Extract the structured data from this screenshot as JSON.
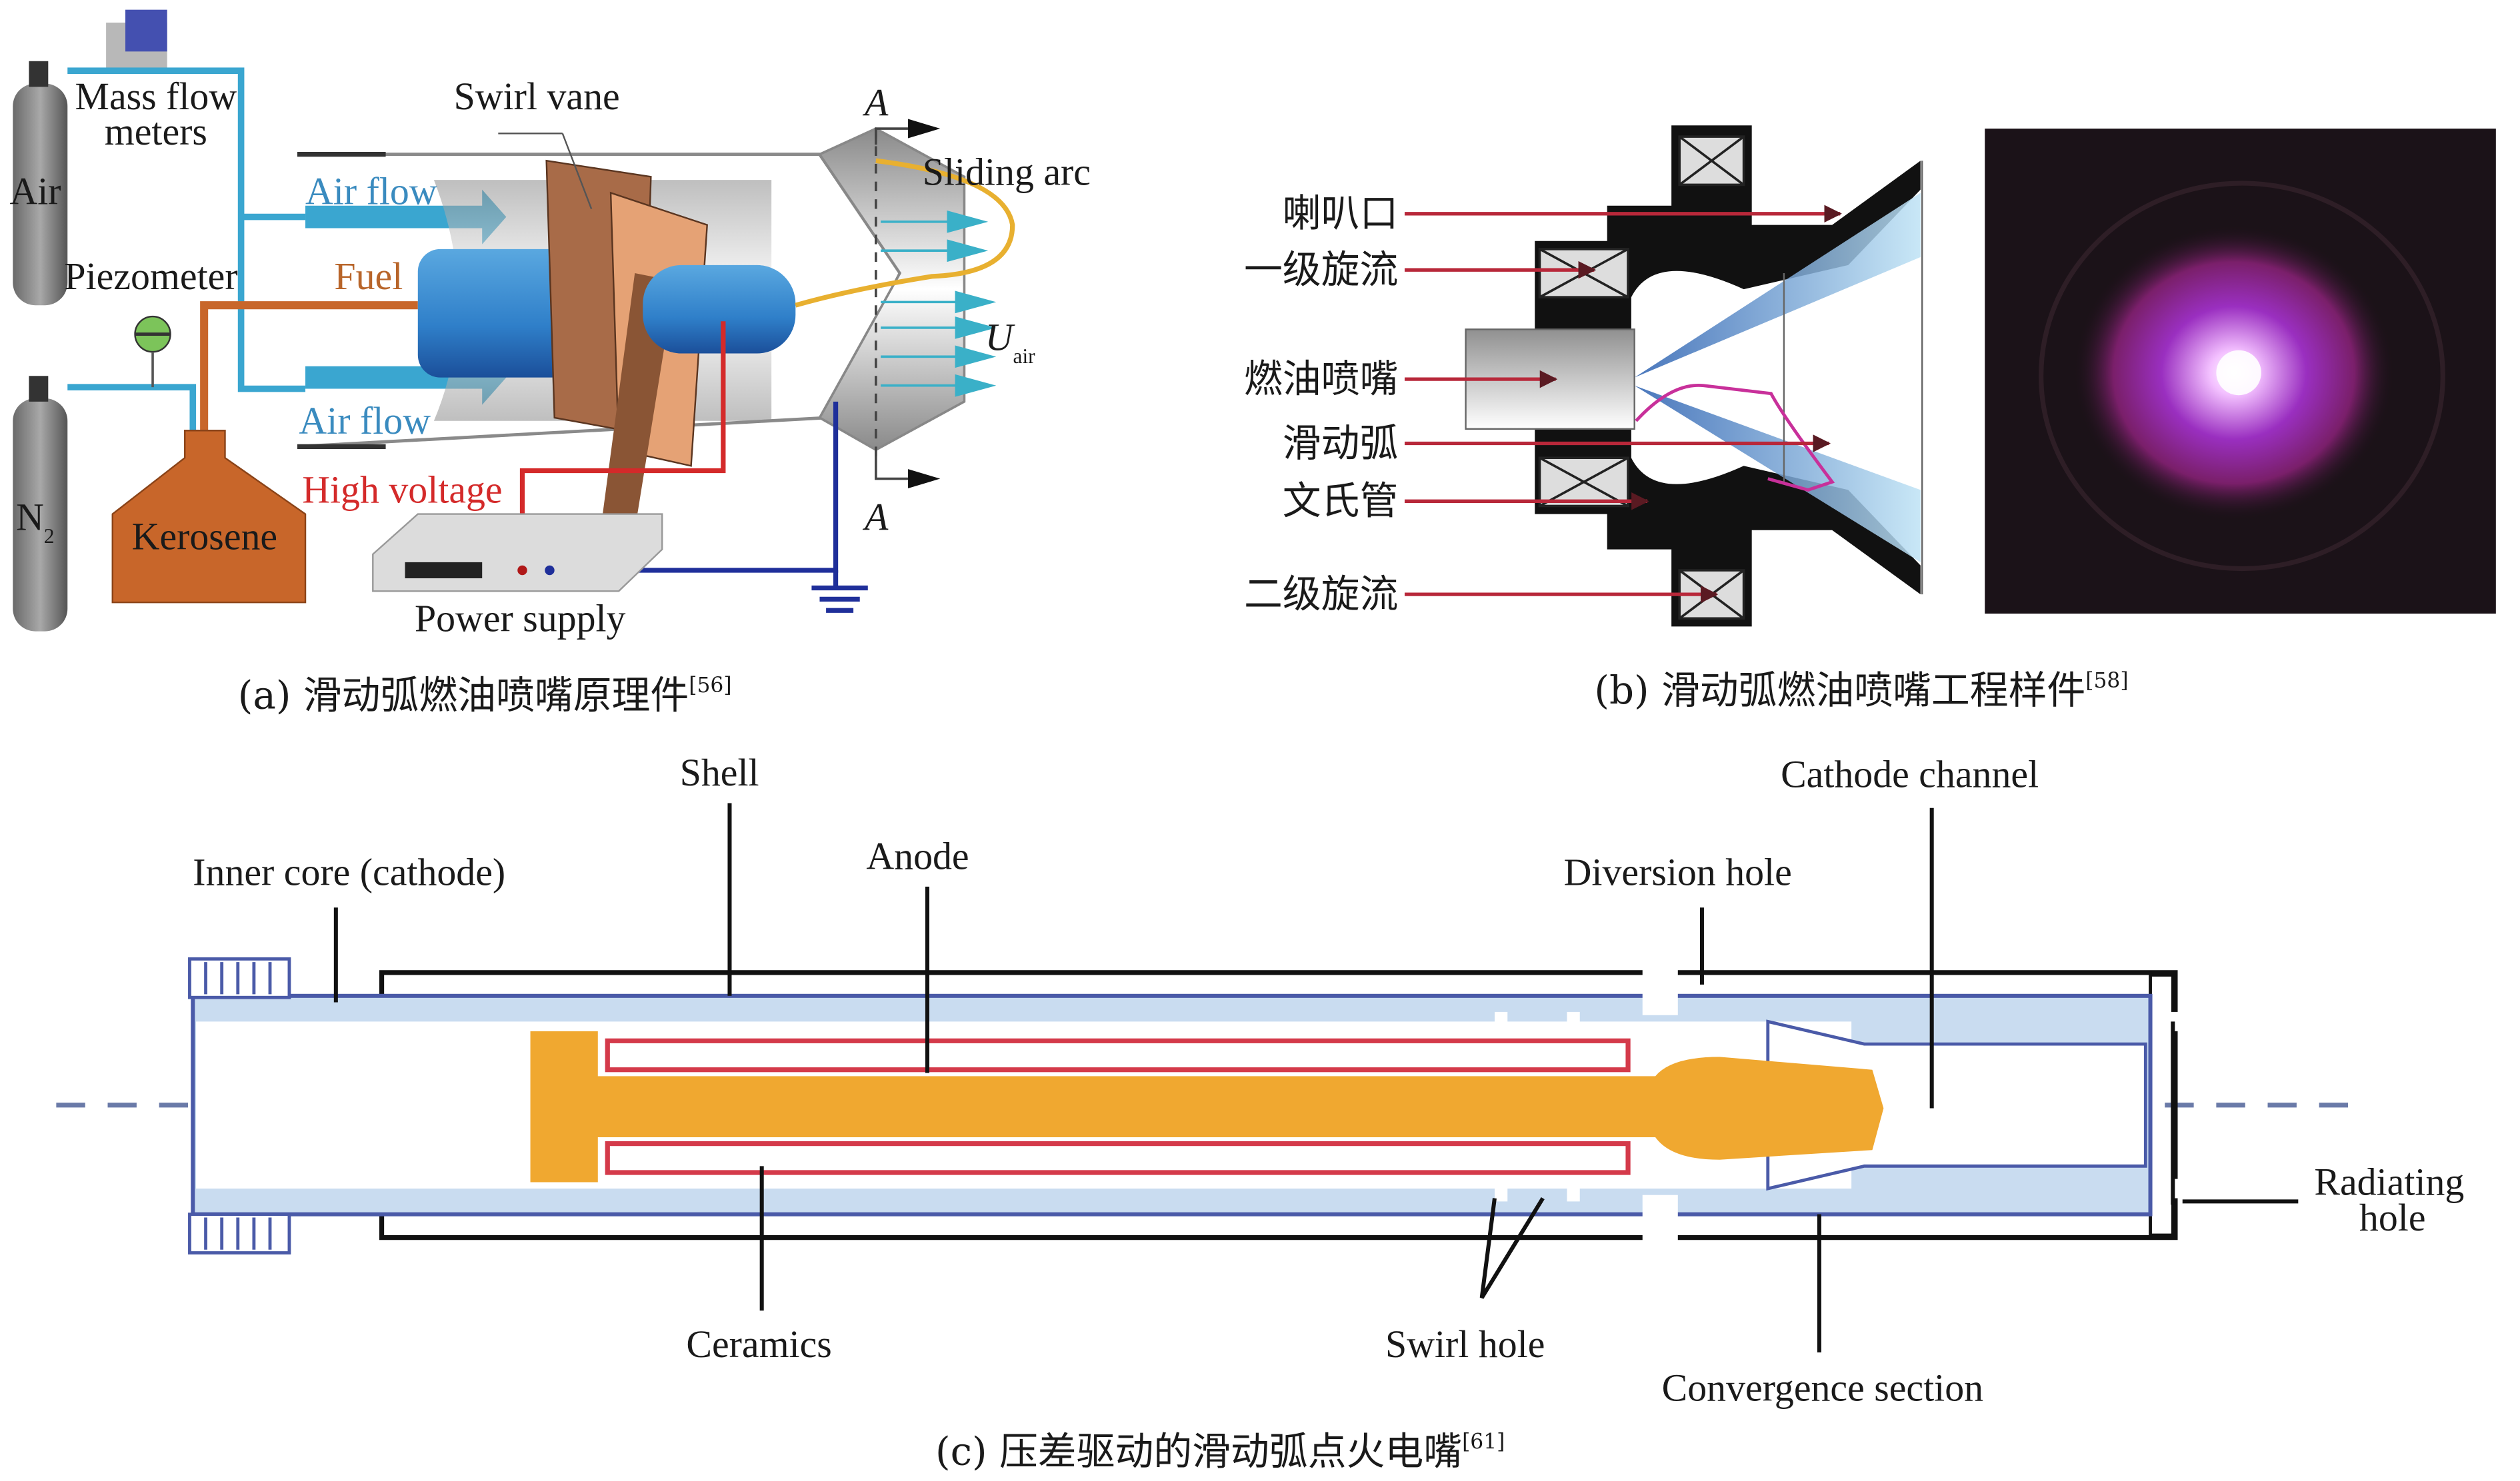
{
  "figure": {
    "panel_a": {
      "caption_prefix": "(a) ",
      "caption": "滑动弧燃油喷嘴原理件",
      "caption_ref": "[56]",
      "labels": {
        "mass_flow_1": "Mass flow",
        "mass_flow_2": "meters",
        "swirl_vane": "Swirl vane",
        "air": "Air",
        "air_flow_top": "Air flow",
        "air_flow_bottom": "Air flow",
        "fuel": "Fuel",
        "piezometer": "Piezometer",
        "n2": "N",
        "n2_sub": "2",
        "kerosene": "Kerosene",
        "high_voltage": "High voltage",
        "power_supply": "Power supply",
        "sliding_arc": "Sliding arc",
        "section_a_top": "A",
        "section_a_bottom": "A",
        "u_air": "U",
        "u_air_sub": "air"
      }
    },
    "panel_b": {
      "caption_prefix": "(b) ",
      "caption": "滑动弧燃油喷嘴工程样件",
      "caption_ref": "[58]",
      "labels": [
        "喇叭口",
        "一级旋流",
        "燃油喷嘴",
        "滑动弧",
        "文氏管",
        "二级旋流"
      ],
      "photo": "sliding-arc-discharge-photo"
    },
    "panel_c": {
      "caption_prefix": "(c) ",
      "caption": "压差驱动的滑动弧点火电嘴",
      "caption_ref": "[61]",
      "labels": {
        "inner_core": "Inner core (cathode)",
        "shell": "Shell",
        "anode": "Anode",
        "diversion_hole": "Diversion hole",
        "cathode_channel": "Cathode channel",
        "radiating_hole_1": "Radiating",
        "radiating_hole_2": "hole",
        "ceramics": "Ceramics",
        "swirl_hole": "Swirl hole",
        "convergence_section": "Convergence section"
      }
    },
    "colors": {
      "pipe_blue": "#3aa6d0",
      "fuel_orange": "#c8662a",
      "high_voltage_red": "#d42a2a",
      "ground_blue": "#1f2f9a",
      "nozzle_blue": "#2f7fc9",
      "swirl_brown": "#a86b48",
      "arc_yellow": "#e8b030",
      "anode_orange": "#f0a830",
      "ceramic_red": "#d43a4a",
      "channel_lightblue": "#c9dcf0",
      "leader_red": "#b8283a"
    }
  }
}
